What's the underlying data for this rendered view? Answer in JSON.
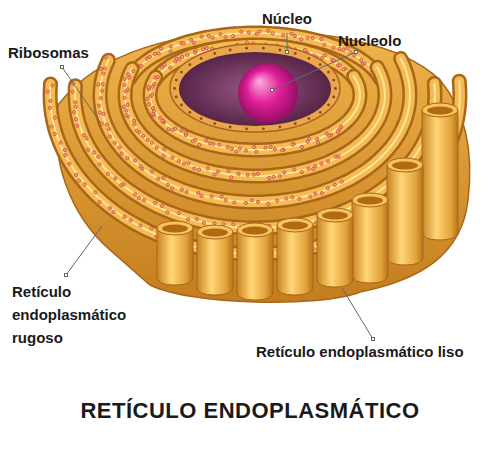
{
  "diagram": {
    "title": "RETÍCULO ENDOPLASMÁTICO",
    "labels": [
      "Núcleo",
      "Nucleolo",
      "Ribosomas",
      "Retículo endoplasmático rugoso",
      "Retículo endoplasmático liso"
    ]
  }
}
